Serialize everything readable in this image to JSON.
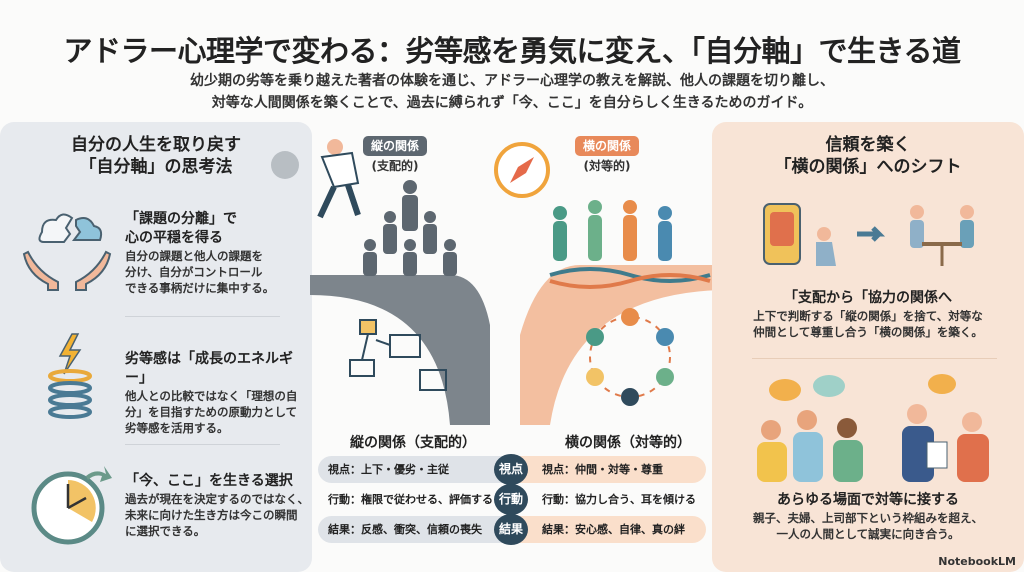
{
  "title": "アドラー心理学で変わる：劣等感を勇気に変え、「自分軸」で生きる道",
  "subtitle": [
    "幼少期の劣等を乗り越えた著者の体験を通じ、アドラー心理学の教えを解説、他人の課題を切り離し、",
    "対等な人間関係を築くことで、過去に縛られず「今、ここ」を自分らしく生きるためのガイド。"
  ],
  "left": {
    "heading": [
      "自分の人生を取り戻す",
      "「自分軸」の思考法"
    ],
    "items": [
      {
        "title": [
          "「課題の分離」で",
          "心の平穏を得る"
        ],
        "body": [
          "自分の課題と他人の課題を",
          "分け、自分がコントロール",
          "できる事柄だけに集中する。"
        ]
      },
      {
        "title": [
          "劣等感は「成長のエネルギー」"
        ],
        "body": [
          "他人との比較ではなく「理想の自",
          "分」を目指すための原動力として",
          "劣等感を活用する。"
        ]
      },
      {
        "title": [
          "「今、ここ」を生きる選択"
        ],
        "body": [
          "過去が現在を決定するのではなく、",
          "未来に向けた生き方は今この瞬間",
          "に選択できる。"
        ]
      }
    ]
  },
  "center": {
    "vertical_tag": [
      "縦の関係",
      "(支配的)"
    ],
    "horizontal_tag": [
      "横の関係",
      "(対等的)"
    ],
    "vertical_head": "縦の関係（支配的）",
    "horizontal_head": "横の関係（対等的）",
    "rows": [
      {
        "center": "視点",
        "left": "視点：上下・優劣・主従",
        "right": "視点：仲間・対等・尊重"
      },
      {
        "center": "行動",
        "left": "行動：権限で従わせる、評価する",
        "right": "行動：協力し合う、耳を傾ける"
      },
      {
        "center": "結果",
        "left": "結果：反感、衝突、信頼の喪失",
        "right": "結果：安心感、自律、真の絆"
      }
    ]
  },
  "right": {
    "heading": [
      "信頼を築く",
      "「横の関係」へのシフト"
    ],
    "items": [
      {
        "title": "「支配から「協力の関係へ",
        "body": [
          "上下で判断する「縦の関係」を捨て、対等な",
          "仲間として尊重し合う「横の関係」を築く。"
        ]
      },
      {
        "title": "あらゆる場面で対等に接する",
        "body": [
          "親子、夫婦、上司部下という枠組みを超え、",
          "一人の人間として誠実に向き合う。"
        ]
      }
    ]
  },
  "brand": "NotebookLM",
  "colors": {
    "left_panel": "#e7eaee",
    "right_panel": "#f8e4d6",
    "navy": "#2f4a5c",
    "orange": "#e8895a"
  }
}
